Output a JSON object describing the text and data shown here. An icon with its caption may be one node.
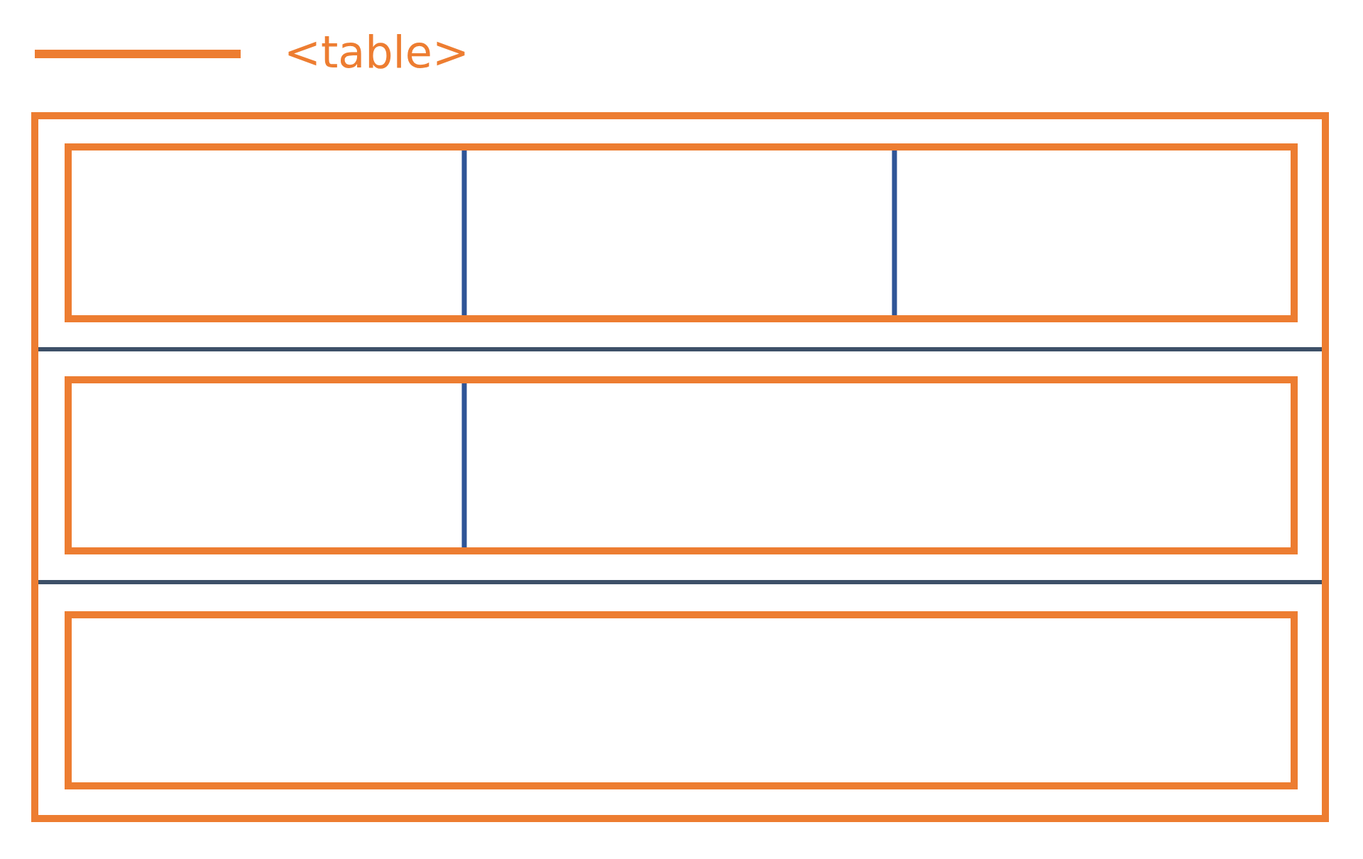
{
  "diagram": {
    "nodes": [
      {
        "text": [],
        "shape": "box"
      },
      {
        "text": [],
        "shape": "box",
        "in": 0
      },
      {
        "text": [],
        "shape": "box",
        "in": 0
      },
      {
        "text": [],
        "shape": "box",
        "in": 0
      }
    ],
    "legend": [
      {
        "text": "<table>"
      }
    ]
  }
}
